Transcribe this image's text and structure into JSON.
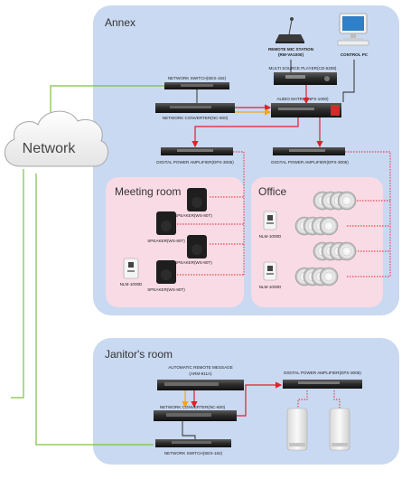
{
  "zones": {
    "annex": "Annex",
    "meeting_room": "Meeting room",
    "office": "Office",
    "janitor_room": "Janitor's room"
  },
  "network": {
    "label": "Network"
  },
  "annex_devices": {
    "remote_mic": [
      "REMOTE MIC STATION",
      "(RM-VA1000)"
    ],
    "control_pc": "CONTROL PC",
    "network_switch": "NETWORK SWITCH(SES-162)",
    "multi_source_player": "MULTI SOURCE PLAYER(CD-6208)",
    "audio_matrix": "AUDIO MATRIX(NPX-1000)",
    "network_converter": "NETWORK CONVERTER(NC-600)",
    "amp_left": "DIGITAL POWER AMPLIFIER(DPX-3005)",
    "amp_right": "DIGITAL POWER AMPLIFIER(DPX-3005)"
  },
  "meeting_devices": {
    "speaker_1": "SPEAKER(WS-80T)",
    "speaker_2": "SPEAKER(WS-80T)",
    "speaker_3": "SPEAKER(WS-80T)",
    "speaker_4": "SPEAKER(WS-80T)",
    "nlm": "NLM-1000D"
  },
  "office_devices": {
    "nlm_1": "NLM-1000D",
    "nlm_2": "NLM-1000D"
  },
  "janitor_devices": {
    "auto_message": [
      "AUTOMATIC REMOTE MESSAGE",
      "(ARM-911A)"
    ],
    "network_converter": "NETWORK CONVERTER(NC-600)",
    "network_switch": "NETWORK SWITCH(SES-162)",
    "amp": "DIGITAL POWER AMPLIFIER(DPX-3005)"
  },
  "colors": {
    "zone_blue": "#c9d9f1",
    "zone_pink": "#f9dbe5",
    "network_green": "#7cc243",
    "signal_red": "#e0202a",
    "signal_orange": "#f2a71b",
    "cable_dark": "#333333"
  }
}
